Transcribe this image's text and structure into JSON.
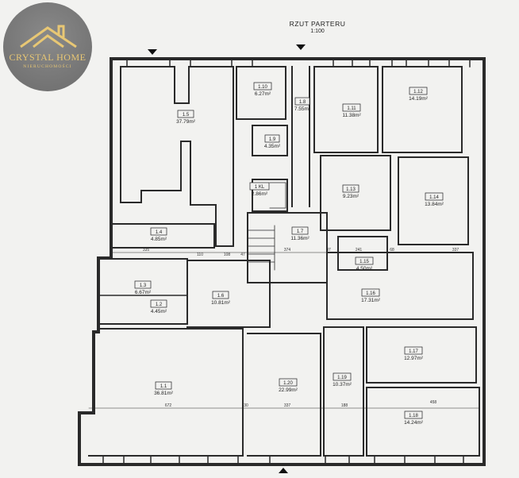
{
  "logo": {
    "name": "CRYSTAL HOME",
    "sub": "NIERUCHOMOŚCI"
  },
  "plan": {
    "title": "RZUT PARTERU",
    "scale": "1:100"
  },
  "rooms": [
    {
      "id": "1.1",
      "area": "36.81m²"
    },
    {
      "id": "1.2",
      "area": "4.45m²"
    },
    {
      "id": "1.3",
      "area": "6.67m²"
    },
    {
      "id": "1.4",
      "area": "4.85m²"
    },
    {
      "id": "1.5",
      "area": "37.79m²"
    },
    {
      "id": "1.6",
      "area": "10.81m²"
    },
    {
      "id": "1.7",
      "area": "11.36m²"
    },
    {
      "id": "1.8",
      "area": "7.55m²"
    },
    {
      "id": "1.9",
      "area": "4.35m²"
    },
    {
      "id": "1.10",
      "area": "6.27m²"
    },
    {
      "id": "1.11",
      "area": "11.38m²"
    },
    {
      "id": "1.12",
      "area": "14.19m²"
    },
    {
      "id": "1.13",
      "area": "9.23m²"
    },
    {
      "id": "1.14",
      "area": "13.84m²"
    },
    {
      "id": "1.15",
      "area": "4.50m²"
    },
    {
      "id": "1.16",
      "area": "17.31m²"
    },
    {
      "id": "1.17",
      "area": "12.97m²"
    },
    {
      "id": "1.18",
      "area": "14.24m²"
    },
    {
      "id": "1.19",
      "area": "10.37m²"
    },
    {
      "id": "1.20",
      "area": "22.99m²"
    },
    {
      "id": "1 KL",
      "area": "2.86m²"
    }
  ],
  "dimensions": [
    "335",
    "110",
    "108",
    "47",
    "374",
    "37",
    "241",
    "68",
    "337",
    "672",
    "30",
    "337",
    "188",
    "458"
  ]
}
